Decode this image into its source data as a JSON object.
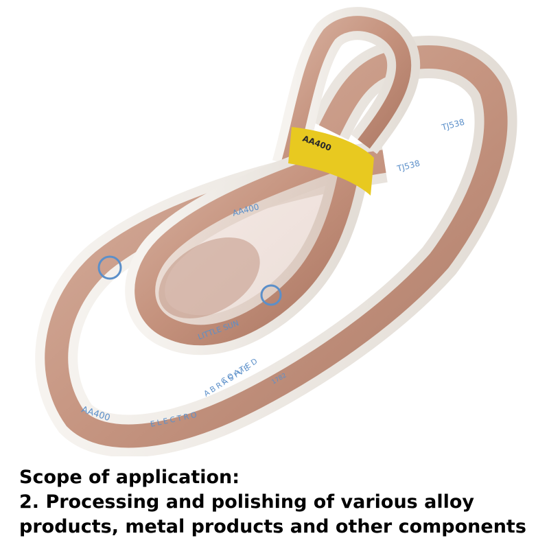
{
  "product_image": {
    "belt_print": {
      "grit_code": "AA400",
      "model_code": "TJ538",
      "brand_text": "LITTLE SUN",
      "coated": "COATED",
      "abrasive": "ABRASIVE",
      "electro": "ELECTRO",
      "roll_number": "1782"
    },
    "band_text": "AA400"
  },
  "caption": {
    "heading": "Scope of application:",
    "line2": "2. Processing and polishing of various alloy",
    "line3": "products, metal products and other components"
  },
  "colors": {
    "belt_abrasive": "#c99a86",
    "belt_backing": "#f1ede8",
    "print_blue": "#5b8fc9",
    "band_yellow": "#e8c920"
  }
}
